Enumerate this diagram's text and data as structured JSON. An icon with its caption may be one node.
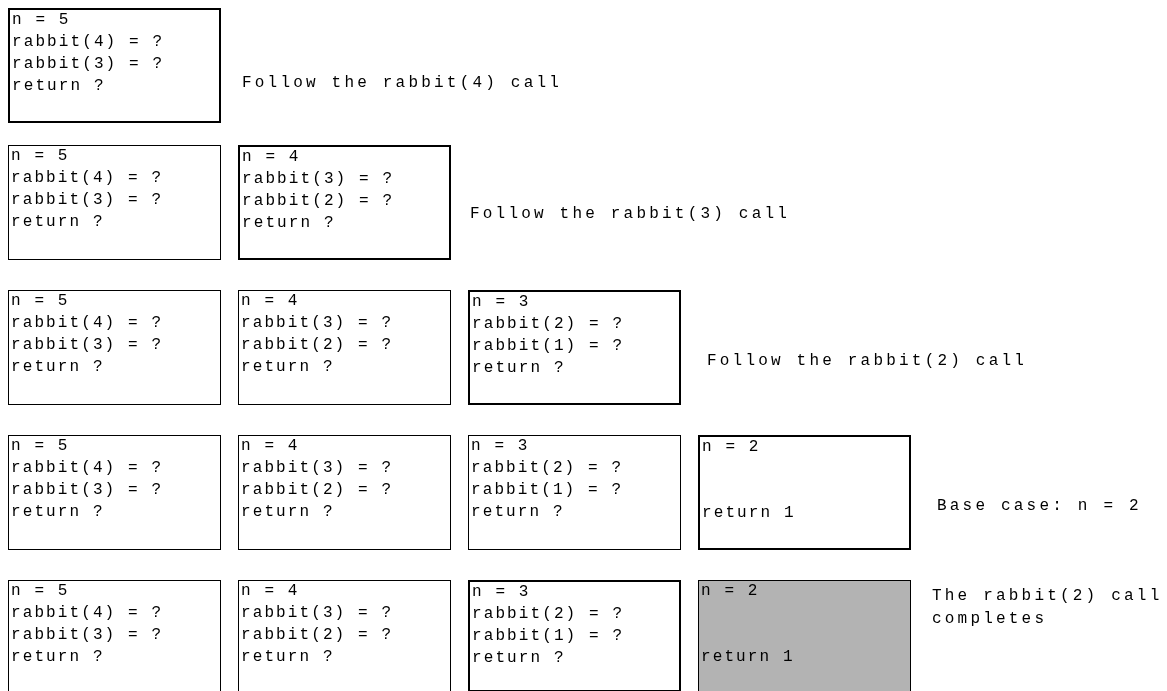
{
  "diagram": {
    "nodes": [
      {
        "text": [
          "n = 5",
          "rabbit(4) = ?",
          "rabbit(3) = ?",
          "return ?"
        ]
      },
      {
        "text": [
          "n = 5",
          "rabbit(4) = ?",
          "rabbit(3) = ?",
          "return ?"
        ]
      },
      {
        "text": [
          "n = 4",
          "rabbit(3) = ?",
          "rabbit(2) = ?",
          "return ?"
        ]
      },
      {
        "text": [
          "n = 5",
          "rabbit(4) = ?",
          "rabbit(3) = ?",
          "return ?"
        ]
      },
      {
        "text": [
          "n = 4",
          "rabbit(3) = ?",
          "rabbit(2) = ?",
          "return ?"
        ]
      },
      {
        "text": [
          "n = 3",
          "rabbit(2) = ?",
          "rabbit(1) = ?",
          "return ?"
        ]
      },
      {
        "text": [
          "n = 5",
          "rabbit(4) = ?",
          "rabbit(3) = ?",
          "return ?"
        ]
      },
      {
        "text": [
          "n = 4",
          "rabbit(3) = ?",
          "rabbit(2) = ?",
          "return ?"
        ]
      },
      {
        "text": [
          "n = 3",
          "rabbit(2) = ?",
          "rabbit(1) = ?",
          "return ?"
        ]
      },
      {
        "text": [
          "n = 2",
          "return 1"
        ]
      },
      {
        "text": [
          "n = 5",
          "rabbit(4) = ?",
          "rabbit(3) = ?",
          "return ?"
        ]
      },
      {
        "text": [
          "n = 4",
          "rabbit(3) = ?",
          "rabbit(2) = ?",
          "return ?"
        ]
      },
      {
        "text": [
          "n = 3",
          "rabbit(2) = ?",
          "rabbit(1) = ?",
          "return ?"
        ]
      },
      {
        "text": [
          "n = 2",
          "return 1"
        ]
      }
    ],
    "labels": [
      "Follow the rabbit(4) call",
      "Follow the rabbit(3) call",
      "Follow the rabbit(2) call",
      "Base case: n = 2",
      "The rabbit(2) call completes"
    ]
  }
}
